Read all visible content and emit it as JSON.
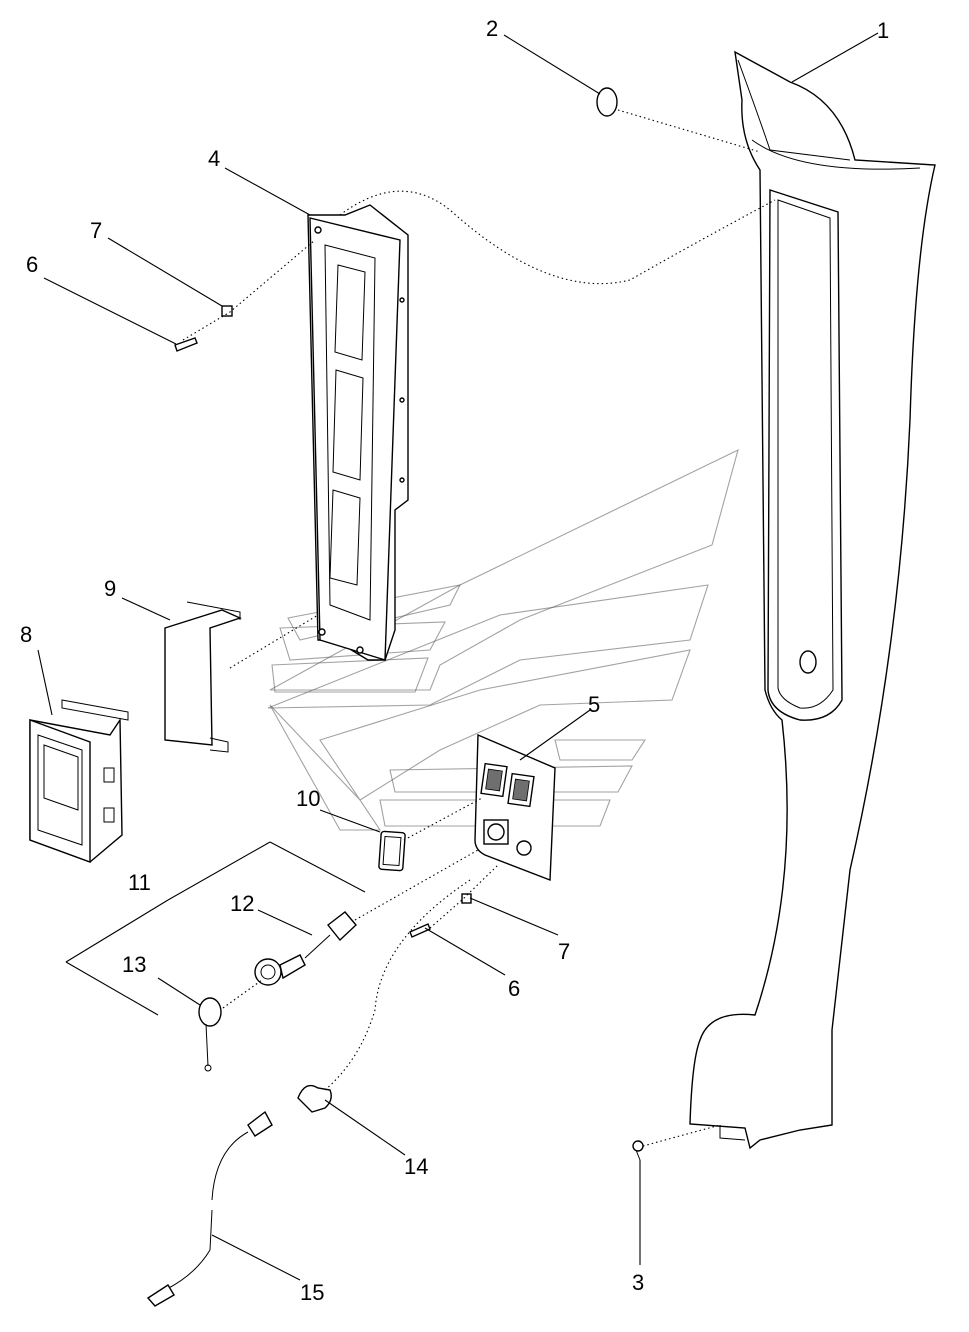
{
  "diagram": {
    "type": "exploded-parts-view",
    "callouts": [
      {
        "id": "c1",
        "label": "1"
      },
      {
        "id": "c2",
        "label": "2"
      },
      {
        "id": "c3",
        "label": "3"
      },
      {
        "id": "c4",
        "label": "4"
      },
      {
        "id": "c5",
        "label": "5"
      },
      {
        "id": "c6a",
        "label": "6"
      },
      {
        "id": "c6b",
        "label": "6"
      },
      {
        "id": "c7a",
        "label": "7"
      },
      {
        "id": "c7b",
        "label": "7"
      },
      {
        "id": "c8",
        "label": "8"
      },
      {
        "id": "c9",
        "label": "9"
      },
      {
        "id": "c10",
        "label": "10"
      },
      {
        "id": "c11",
        "label": "11"
      },
      {
        "id": "c12",
        "label": "12"
      },
      {
        "id": "c13",
        "label": "13"
      },
      {
        "id": "c14",
        "label": "14"
      },
      {
        "id": "c15",
        "label": "15"
      }
    ]
  }
}
